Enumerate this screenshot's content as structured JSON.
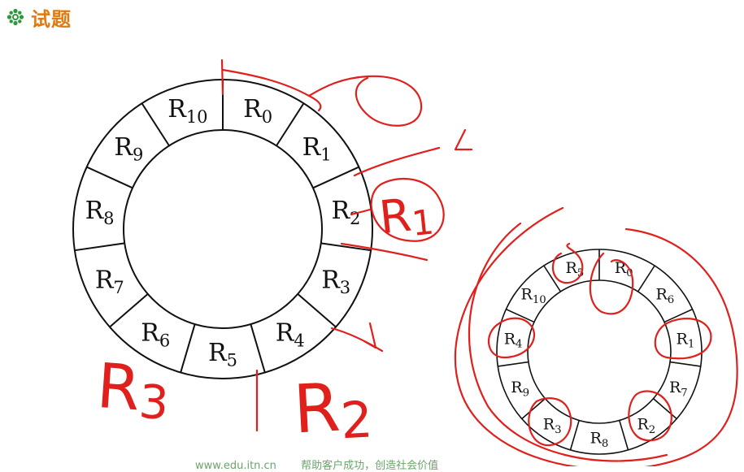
{
  "header": {
    "icon": "gear-flower-icon",
    "title": "试题",
    "icon_color": "#2a9a3a",
    "title_color": "#e07a10"
  },
  "large_ring": {
    "slots": [
      "R0",
      "R1",
      "R2",
      "R3",
      "R4",
      "R5",
      "R6",
      "R7",
      "R8",
      "R9",
      "R10"
    ]
  },
  "small_ring": {
    "slots": [
      "R0",
      "R6",
      "R1",
      "R7",
      "R2",
      "R8",
      "R3",
      "R9",
      "R4",
      "R10",
      "R5"
    ]
  },
  "handwriting": {
    "left_bottom": "R3",
    "right_bottom": "R2",
    "near_r2": "R1",
    "ink_color": "#e0201c"
  },
  "footer": {
    "left": "www.edu.itn.cn",
    "right": "帮助客户成功，创造社会价值"
  }
}
